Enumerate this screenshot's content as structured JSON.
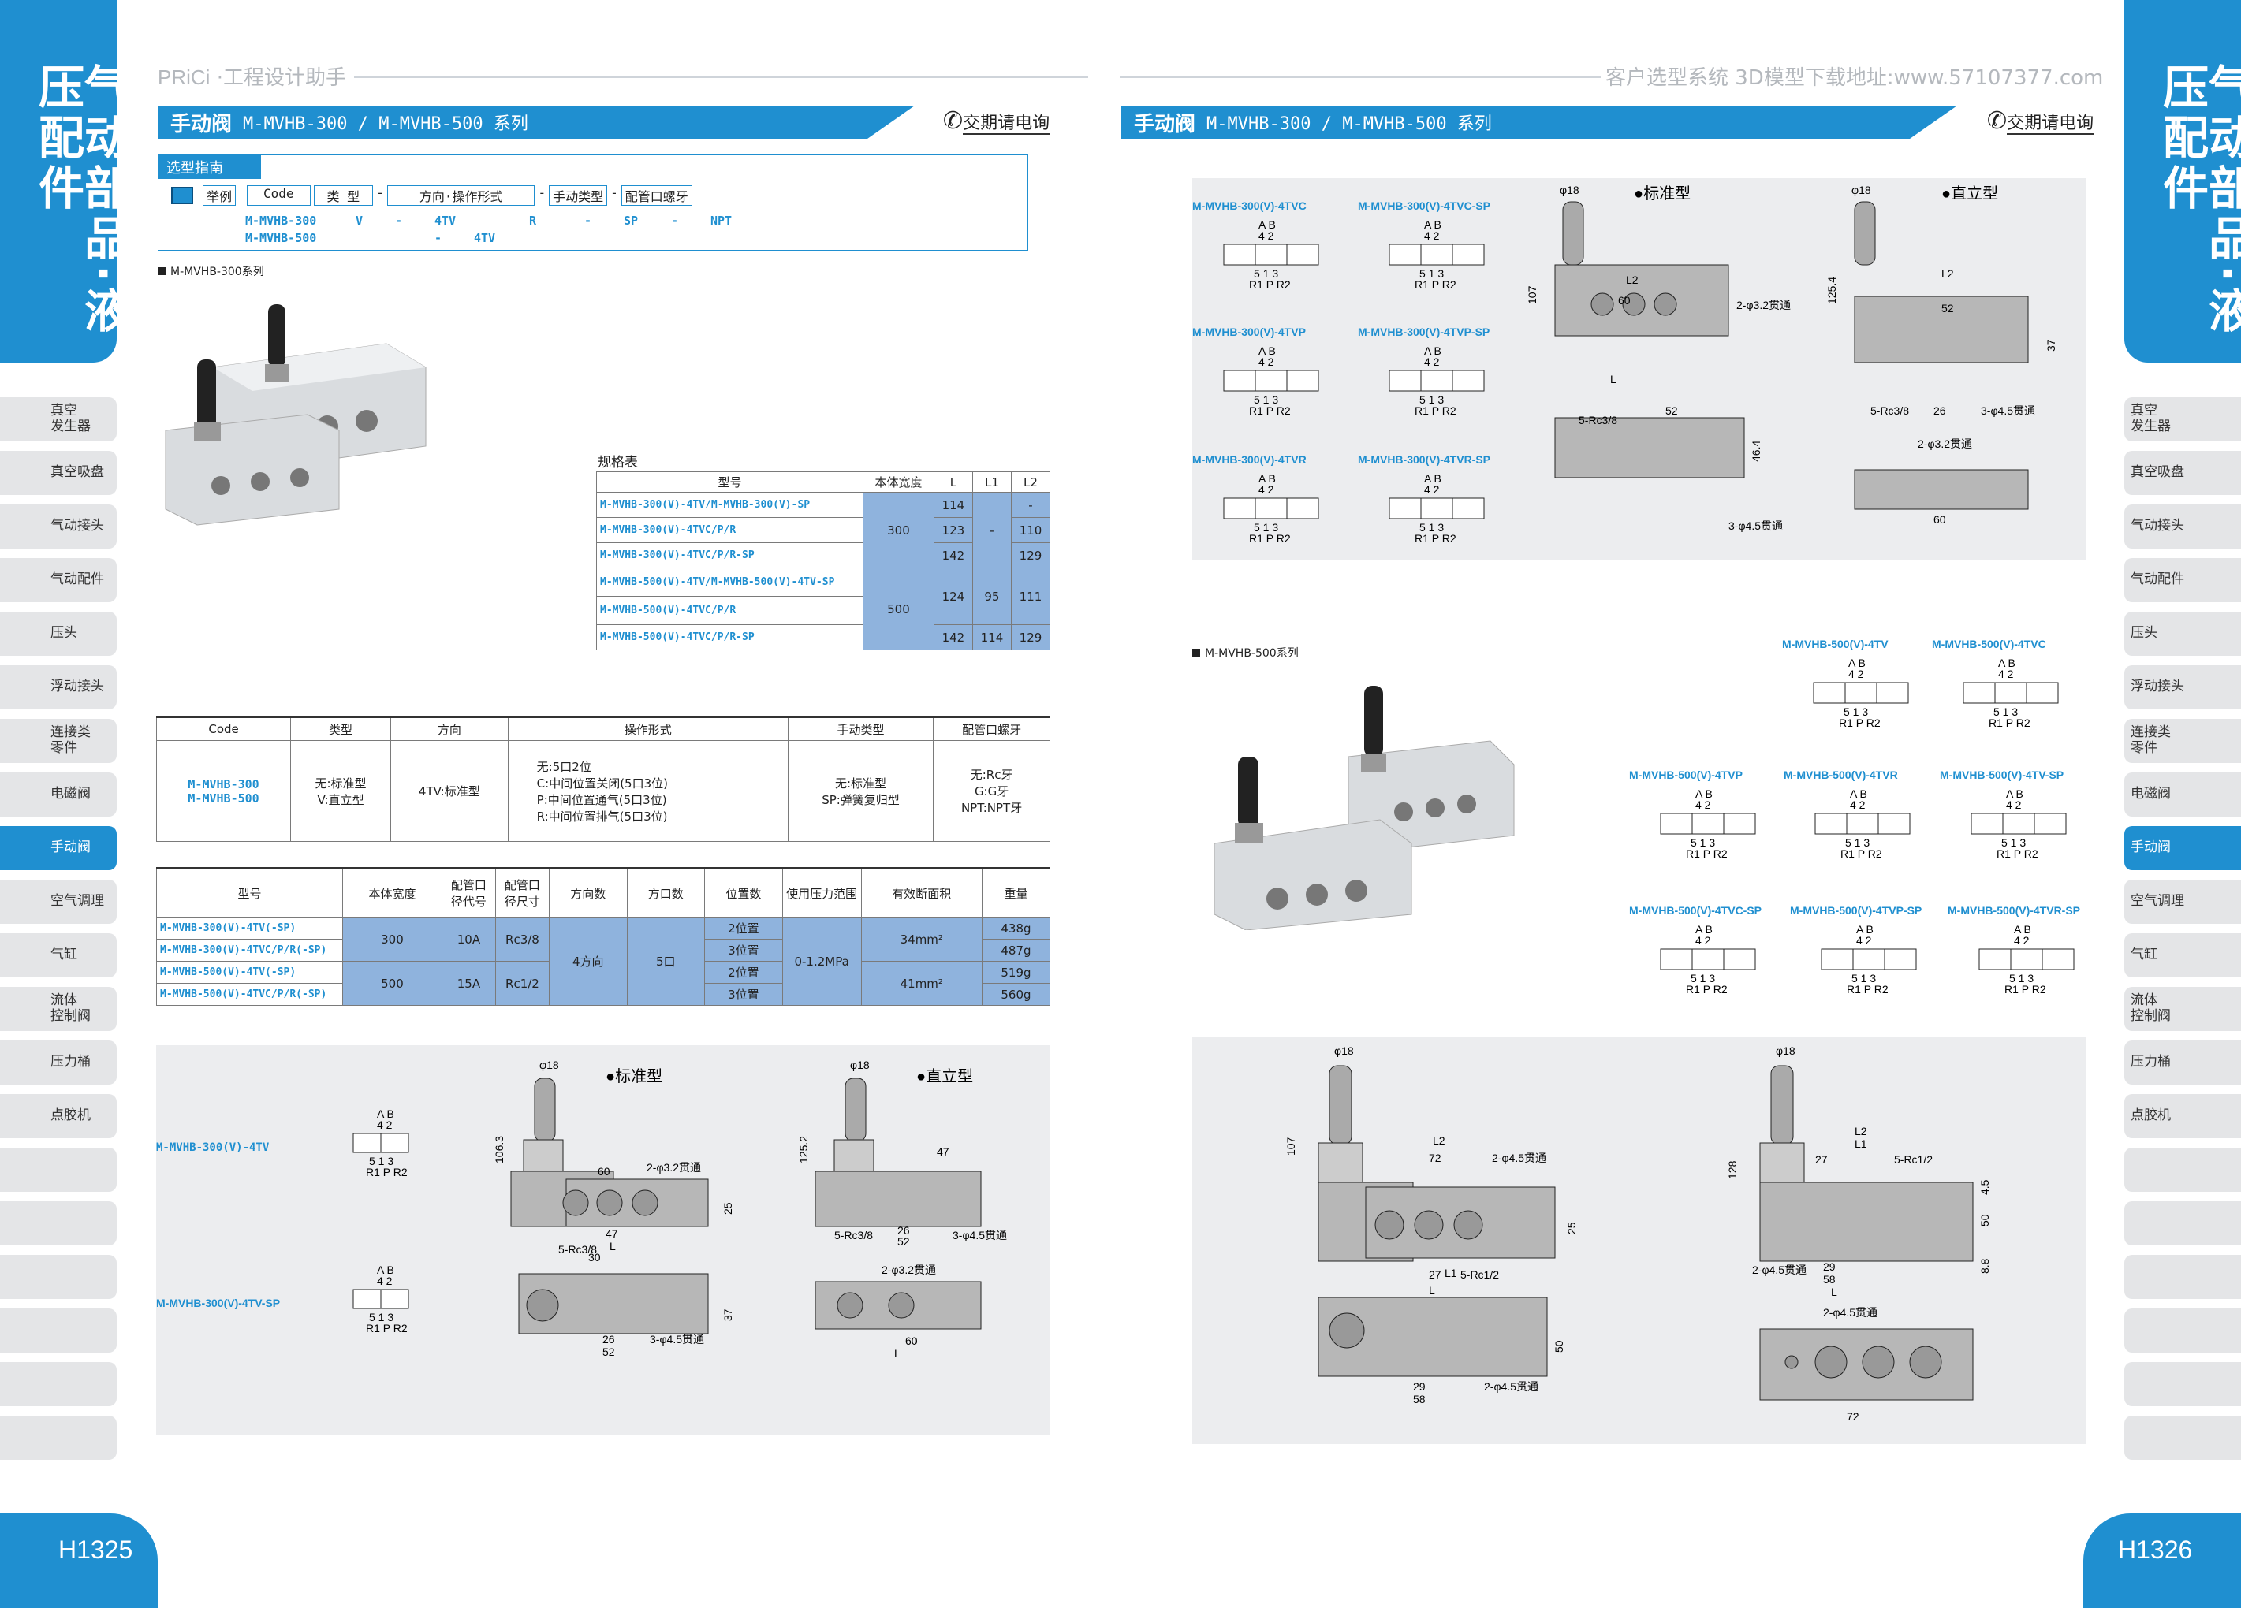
{
  "header": {
    "left_brand": "PRiCi",
    "left_subtitle": "·工程设计助手",
    "right_text": "客户选型系统  3D模型下载地址:www.57107377.com"
  },
  "side_title": "气动部品·液压配件",
  "nav_items": [
    "真空\n发生器",
    "真空吸盘",
    "气动接头",
    "气动配件",
    "压头",
    "浮动接头",
    "连接类\n零件",
    "电磁阀",
    "手动阀",
    "空气调理",
    "气缸",
    "流体\n控制阀",
    "压力桶",
    "点胶机"
  ],
  "active_nav": "手动阀",
  "page_numbers": {
    "left": "H1325",
    "right": "H1326"
  },
  "section": {
    "title": "手动阀",
    "series": "M-MVHB-300 / M-MVHB-500 系列",
    "inquiry": "交期请电询"
  },
  "selection_guide": {
    "title": "选型指南",
    "example_label": "举例",
    "headers": [
      "Code",
      "类 型",
      "-",
      "方向·操作形式",
      "-",
      "手动类型",
      "-",
      "配管口螺牙"
    ],
    "row1": [
      "M-MVHB-300",
      "V",
      "-",
      "4TV",
      "R",
      "-",
      "SP",
      "-",
      "NPT"
    ],
    "row2": [
      "M-MVHB-500",
      "",
      "-",
      "4TV",
      "",
      "",
      "",
      "",
      ""
    ]
  },
  "series300_label": "M-MVHB-300系列",
  "series500_label": "M-MVHB-500系列",
  "dimension_table": {
    "title": "规格表",
    "headers": [
      "型号",
      "本体宽度",
      "L",
      "L1",
      "L2"
    ],
    "rows": [
      {
        "model": "M-MVHB-300(V)-4TV/M-MVHB-300(V)-SP",
        "L": "114",
        "L1": "",
        "L2": "-"
      },
      {
        "model": "M-MVHB-300(V)-4TVC/P/R",
        "L": "123",
        "L1": "-",
        "L2": "110"
      },
      {
        "model": "M-MVHB-300(V)-4TVC/P/R-SP",
        "L": "142",
        "L1": "",
        "L2": "129"
      },
      {
        "model": "M-MVHB-500(V)-4TV/M-MVHB-500(V)-4TV-SP",
        "L": "124",
        "L1": "95",
        "L2": "111"
      },
      {
        "model": "M-MVHB-500(V)-4TVC/P/R",
        "L": "",
        "L1": "",
        "L2": ""
      },
      {
        "model": "M-MVHB-500(V)-4TVC/P/R-SP",
        "L": "142",
        "L1": "114",
        "L2": "129"
      }
    ],
    "width300": "300",
    "width500": "500"
  },
  "code_table": {
    "headers": [
      "Code",
      "类型",
      "方向",
      "操作形式",
      "手动类型",
      "配管口螺牙"
    ],
    "codes": [
      "M-MVHB-300",
      "M-MVHB-500"
    ],
    "types": [
      "无:标准型",
      "V:直立型"
    ],
    "direction": "4TV:标准型",
    "operation": [
      "无:5口2位",
      "C:中间位置关闭(5口3位)",
      "P:中间位置通气(5口3位)",
      "R:中间位置排气(5口3位)"
    ],
    "manual_types": [
      "无:标准型",
      "SP:弹簧复归型"
    ],
    "threads": [
      "无:Rc牙",
      "G:G牙",
      "NPT:NPT牙"
    ]
  },
  "spec_table": {
    "headers": [
      "型号",
      "本体宽度",
      "配管口径代号",
      "配管口径尺寸",
      "方向数",
      "方口数",
      "位置数",
      "使用压力范围",
      "有效断面积",
      "重量"
    ],
    "models": [
      "M-MVHB-300(V)-4TV(-SP)",
      "M-MVHB-300(V)-4TVC/P/R(-SP)",
      "M-MVHB-500(V)-4TV(-SP)",
      "M-MVHB-500(V)-4TVC/P/R(-SP)"
    ],
    "widths": [
      "300",
      "500"
    ],
    "port_codes": [
      "10A",
      "15A"
    ],
    "port_sizes": [
      "Rc3/8",
      "Rc1/2"
    ],
    "directions": "4方向",
    "ports": "5口",
    "positions": [
      "2位置",
      "3位置",
      "2位置",
      "3位置"
    ],
    "pressure": "0-1.2MPa",
    "areas": [
      "34mm²",
      "41mm²"
    ],
    "weights": [
      "438g",
      "487g",
      "519g",
      "560g"
    ]
  },
  "symbols_300": [
    "M-MVHB-300(V)-4TVC",
    "M-MVHB-300(V)-4TVC-SP",
    "M-MVHB-300(V)-4TVP",
    "M-MVHB-300(V)-4TVP-SP",
    "M-MVHB-300(V)-4TVR",
    "M-MVHB-300(V)-4TVR-SP"
  ],
  "symbols_500": [
    "M-MVHB-500(V)-4TV",
    "M-MVHB-500(V)-4TVC",
    "M-MVHB-500(V)-4TVP",
    "M-MVHB-500(V)-4TVR",
    "M-MVHB-500(V)-4TV-SP",
    "M-MVHB-500(V)-4TVC-SP",
    "M-MVHB-500(V)-4TVP-SP",
    "M-MVHB-500(V)-4TVR-SP"
  ],
  "symbols_left_bottom": [
    "M-MVHB-300(V)-4TV",
    "M-MVHB-300(V)-4TV-SP"
  ],
  "drawing_labels": {
    "standard": "●标准型",
    "vertical": "●直立型",
    "port_top": "A B",
    "port_mid": "4 2",
    "port_bot1": "5 1 3",
    "port_bot2": "R1 P R2",
    "d18": "φ18",
    "d1063": "106.3",
    "d1252": "125.2",
    "d107": "107",
    "d1254": "125.4",
    "d128": "128",
    "d60": "60",
    "d47": "47",
    "d30": "30",
    "d25": "25",
    "d37": "37",
    "d464": "46.4",
    "d26": "26",
    "d52": "52",
    "d72": "72",
    "d27": "27",
    "d29": "29",
    "d58": "58",
    "d50": "50",
    "d45": "4.5",
    "d88": "8.8",
    "L": "L",
    "L1": "L1",
    "L2": "L2",
    "hole32": "2-φ3.2贯通",
    "hole45_3": "3-φ4.5贯通",
    "hole45_2": "2-φ4.5贯通",
    "rc38": "5-Rc3/8",
    "rc12": "5-Rc1/2"
  },
  "colors": {
    "accent": "#1f8fd0",
    "table_blue": "#8fb3dd",
    "panel_gray": "#ecedef"
  }
}
